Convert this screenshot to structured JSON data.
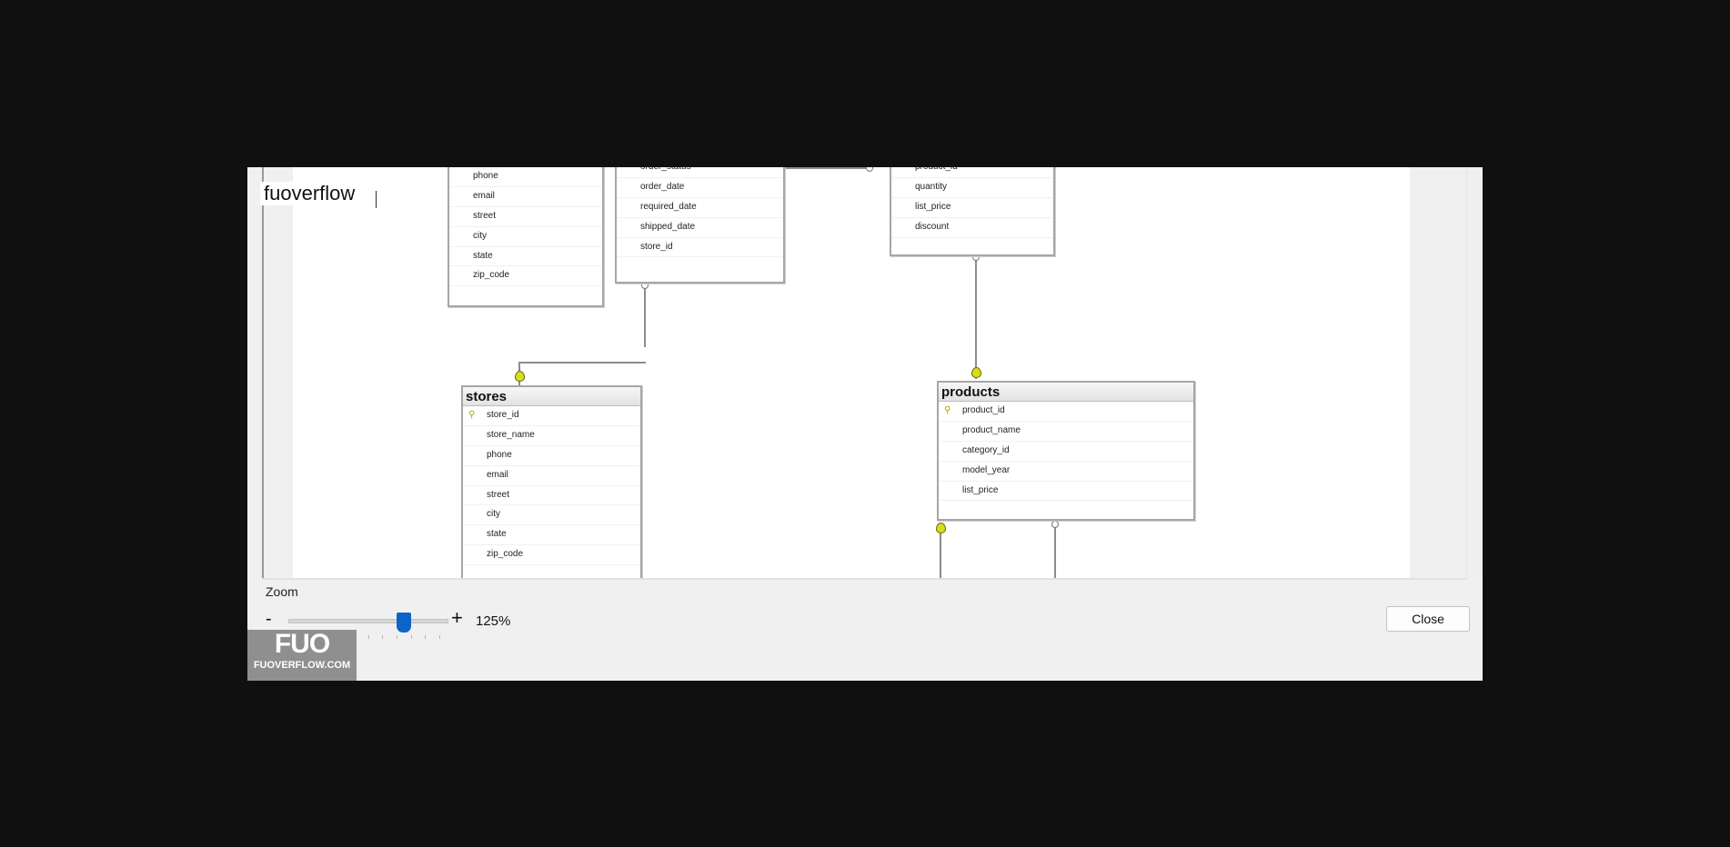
{
  "overlay": {
    "user_tag": "fuoverflow"
  },
  "zoom": {
    "label": "Zoom",
    "minus": "-",
    "plus": "+",
    "value": "125%",
    "level_percent": 125
  },
  "dialog": {
    "close_label": "Close"
  },
  "watermark": {
    "logo": "FUO",
    "text": "FUOVERFLOW.COM"
  },
  "tables": {
    "customers_fragment": {
      "columns": [
        "phone",
        "email",
        "street",
        "city",
        "state",
        "zip_code"
      ]
    },
    "orders_fragment": {
      "columns": [
        "order_status",
        "order_date",
        "required_date",
        "shipped_date",
        "store_id"
      ]
    },
    "order_items_fragment": {
      "columns": [
        "product_id",
        "quantity",
        "list_price",
        "discount"
      ]
    },
    "stores": {
      "title": "stores",
      "columns": [
        "store_id",
        "store_name",
        "phone",
        "email",
        "street",
        "city",
        "state",
        "zip_code"
      ],
      "key_column": "store_id"
    },
    "products": {
      "title": "products",
      "columns": [
        "product_id",
        "product_name",
        "category_id",
        "model_year",
        "list_price"
      ],
      "key_column": "product_id"
    }
  }
}
